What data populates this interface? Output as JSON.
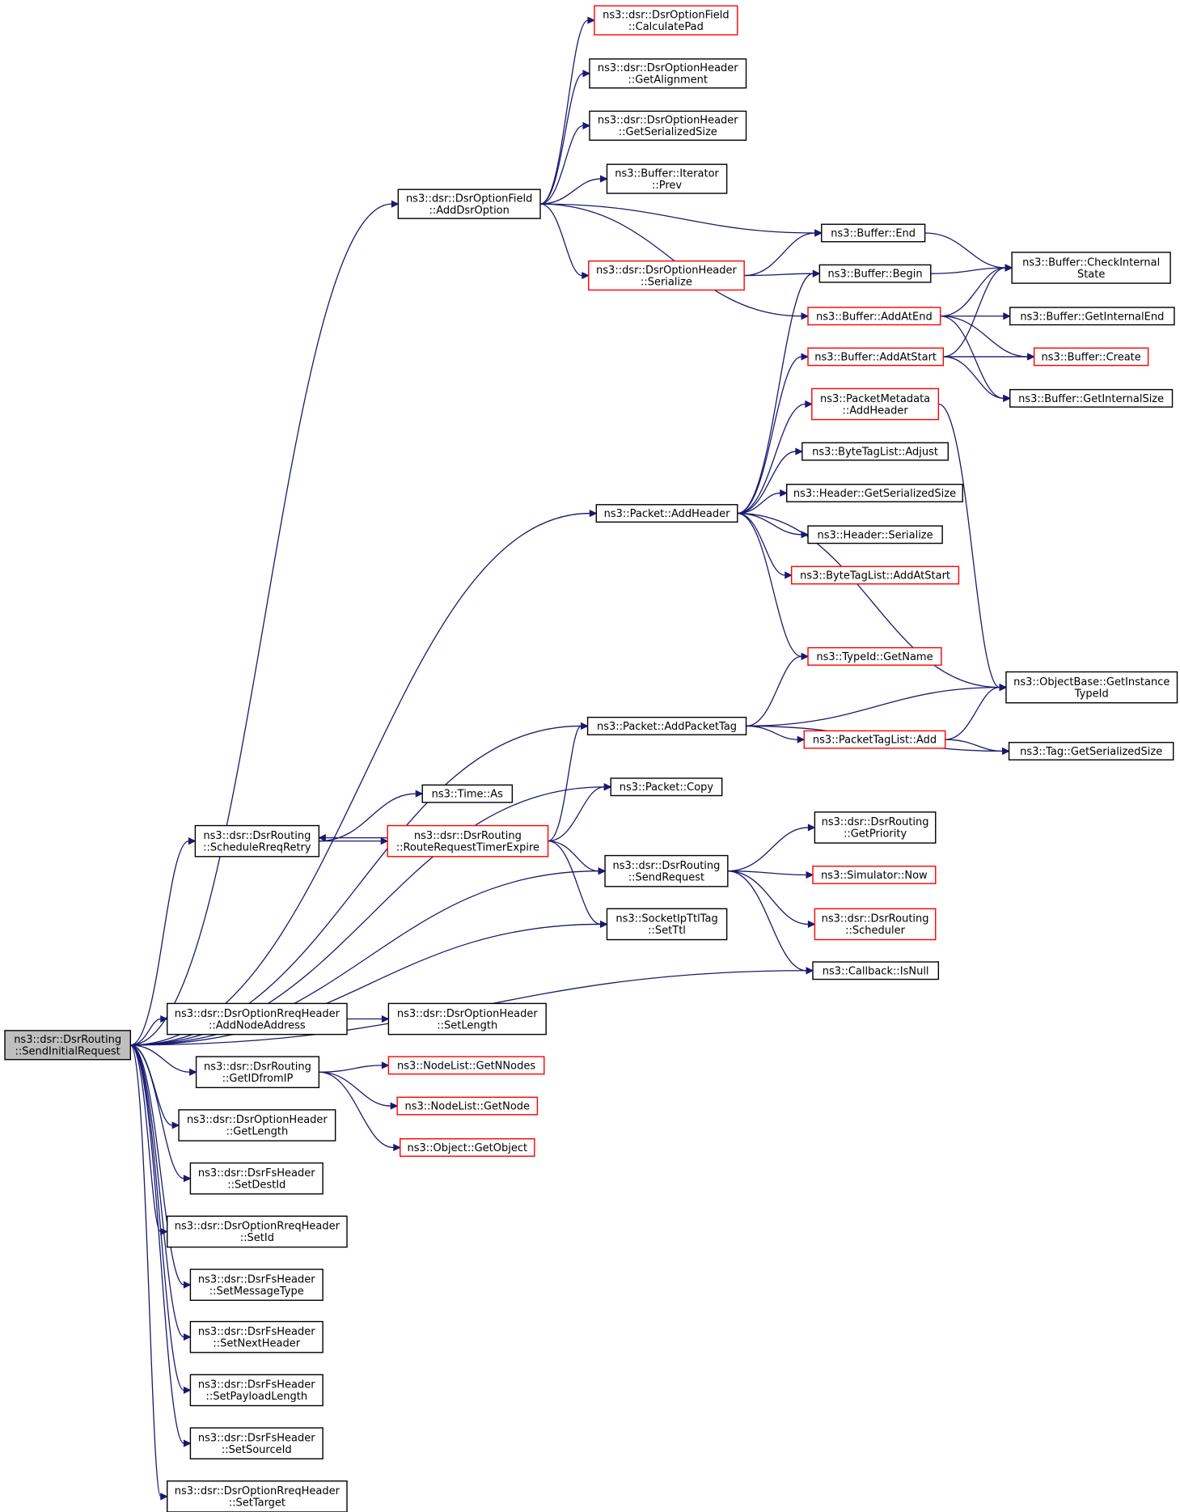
{
  "diagram": {
    "colors": {
      "edge": "#191970",
      "node_border": "#000000",
      "node_truncated": "#ff0000",
      "root_fill": "#bfbfbf"
    },
    "nodes": [
      {
        "id": "n0",
        "lines": [
          "ns3::dsr::DsrRouting",
          "::SendInitialRequest"
        ],
        "style": "root"
      },
      {
        "id": "n1",
        "lines": [
          "ns3::dsr::DsrOptionField",
          "::AddDsrOption"
        ],
        "style": "black"
      },
      {
        "id": "n2",
        "lines": [
          "ns3::dsr::DsrOptionField",
          "::CalculatePad"
        ],
        "style": "red"
      },
      {
        "id": "n3",
        "lines": [
          "ns3::dsr::DsrOptionHeader",
          "::GetAlignment"
        ],
        "style": "black"
      },
      {
        "id": "n4",
        "lines": [
          "ns3::dsr::DsrOptionHeader",
          "::GetSerializedSize"
        ],
        "style": "black"
      },
      {
        "id": "n5",
        "lines": [
          "ns3::Buffer::Iterator",
          "::Prev"
        ],
        "style": "black"
      },
      {
        "id": "n6",
        "lines": [
          "ns3::Buffer::End"
        ],
        "style": "black"
      },
      {
        "id": "n7",
        "lines": [
          "ns3::Buffer::CheckInternal",
          "State"
        ],
        "style": "black"
      },
      {
        "id": "n8",
        "lines": [
          "ns3::dsr::DsrOptionHeader",
          "::Serialize"
        ],
        "style": "red"
      },
      {
        "id": "n9",
        "lines": [
          "ns3::Buffer::Begin"
        ],
        "style": "black"
      },
      {
        "id": "n10",
        "lines": [
          "ns3::Buffer::AddAtEnd"
        ],
        "style": "red"
      },
      {
        "id": "n11",
        "lines": [
          "ns3::Buffer::GetInternalEnd"
        ],
        "style": "black"
      },
      {
        "id": "n12",
        "lines": [
          "ns3::Buffer::AddAtStart"
        ],
        "style": "red"
      },
      {
        "id": "n13",
        "lines": [
          "ns3::Buffer::Create"
        ],
        "style": "red"
      },
      {
        "id": "n14",
        "lines": [
          "ns3::Buffer::GetInternalSize"
        ],
        "style": "black"
      },
      {
        "id": "n15",
        "lines": [
          "ns3::PacketMetadata",
          "::AddHeader"
        ],
        "style": "red"
      },
      {
        "id": "n16",
        "lines": [
          "ns3::ByteTagList::Adjust"
        ],
        "style": "black"
      },
      {
        "id": "n17",
        "lines": [
          "ns3::Packet::AddHeader"
        ],
        "style": "black"
      },
      {
        "id": "n18",
        "lines": [
          "ns3::Header::GetSerializedSize"
        ],
        "style": "black"
      },
      {
        "id": "n19",
        "lines": [
          "ns3::Header::Serialize"
        ],
        "style": "black"
      },
      {
        "id": "n20",
        "lines": [
          "ns3::ByteTagList::AddAtStart"
        ],
        "style": "red"
      },
      {
        "id": "n21",
        "lines": [
          "ns3::TypeId::GetName"
        ],
        "style": "red"
      },
      {
        "id": "n22",
        "lines": [
          "ns3::ObjectBase::GetInstance",
          "TypeId"
        ],
        "style": "black"
      },
      {
        "id": "n23",
        "lines": [
          "ns3::Packet::AddPacketTag"
        ],
        "style": "black"
      },
      {
        "id": "n24",
        "lines": [
          "ns3::PacketTagList::Add"
        ],
        "style": "red"
      },
      {
        "id": "n25",
        "lines": [
          "ns3::Tag::GetSerializedSize"
        ],
        "style": "black"
      },
      {
        "id": "n26",
        "lines": [
          "ns3::Time::As"
        ],
        "style": "black"
      },
      {
        "id": "n27",
        "lines": [
          "ns3::Packet::Copy"
        ],
        "style": "black"
      },
      {
        "id": "n28",
        "lines": [
          "ns3::dsr::DsrRouting",
          "::ScheduleRreqRetry"
        ],
        "style": "black"
      },
      {
        "id": "n29",
        "lines": [
          "ns3::dsr::DsrRouting",
          "::RouteRequestTimerExpire"
        ],
        "style": "red"
      },
      {
        "id": "n30",
        "lines": [
          "ns3::dsr::DsrRouting",
          "::GetPriority"
        ],
        "style": "black"
      },
      {
        "id": "n31",
        "lines": [
          "ns3::dsr::DsrRouting",
          "::SendRequest"
        ],
        "style": "black"
      },
      {
        "id": "n32",
        "lines": [
          "ns3::Simulator::Now"
        ],
        "style": "red"
      },
      {
        "id": "n33",
        "lines": [
          "ns3::dsr::DsrRouting",
          "::Scheduler"
        ],
        "style": "red"
      },
      {
        "id": "n34",
        "lines": [
          "ns3::SocketIpTtlTag",
          "::SetTtl"
        ],
        "style": "black"
      },
      {
        "id": "n35",
        "lines": [
          "ns3::Callback::IsNull"
        ],
        "style": "black"
      },
      {
        "id": "n36",
        "lines": [
          "ns3::dsr::DsrOptionRreqHeader",
          "::AddNodeAddress"
        ],
        "style": "black"
      },
      {
        "id": "n37",
        "lines": [
          "ns3::dsr::DsrOptionHeader",
          "::SetLength"
        ],
        "style": "black"
      },
      {
        "id": "n38",
        "lines": [
          "ns3::dsr::DsrRouting",
          "::GetIDfromIP"
        ],
        "style": "black"
      },
      {
        "id": "n39",
        "lines": [
          "ns3::NodeList::GetNNodes"
        ],
        "style": "red"
      },
      {
        "id": "n40",
        "lines": [
          "ns3::NodeList::GetNode"
        ],
        "style": "red"
      },
      {
        "id": "n41",
        "lines": [
          "ns3::dsr::DsrOptionHeader",
          "::GetLength"
        ],
        "style": "black"
      },
      {
        "id": "n42",
        "lines": [
          "ns3::Object::GetObject"
        ],
        "style": "red"
      },
      {
        "id": "n43",
        "lines": [
          "ns3::dsr::DsrFsHeader",
          "::SetDestId"
        ],
        "style": "black"
      },
      {
        "id": "n44",
        "lines": [
          "ns3::dsr::DsrOptionRreqHeader",
          "::SetId"
        ],
        "style": "black"
      },
      {
        "id": "n45",
        "lines": [
          "ns3::dsr::DsrFsHeader",
          "::SetMessageType"
        ],
        "style": "black"
      },
      {
        "id": "n46",
        "lines": [
          "ns3::dsr::DsrFsHeader",
          "::SetNextHeader"
        ],
        "style": "black"
      },
      {
        "id": "n47",
        "lines": [
          "ns3::dsr::DsrFsHeader",
          "::SetPayloadLength"
        ],
        "style": "black"
      },
      {
        "id": "n48",
        "lines": [
          "ns3::dsr::DsrFsHeader",
          "::SetSourceId"
        ],
        "style": "black"
      },
      {
        "id": "n49",
        "lines": [
          "ns3::dsr::DsrOptionRreqHeader",
          "::SetTarget"
        ],
        "style": "black"
      }
    ],
    "edges": [
      [
        "n0",
        "n1"
      ],
      [
        "n0",
        "n17"
      ],
      [
        "n0",
        "n23"
      ],
      [
        "n0",
        "n27"
      ],
      [
        "n0",
        "n28"
      ],
      [
        "n0",
        "n31"
      ],
      [
        "n0",
        "n34"
      ],
      [
        "n0",
        "n35"
      ],
      [
        "n0",
        "n36"
      ],
      [
        "n0",
        "n38"
      ],
      [
        "n0",
        "n41"
      ],
      [
        "n0",
        "n43"
      ],
      [
        "n0",
        "n44"
      ],
      [
        "n0",
        "n45"
      ],
      [
        "n0",
        "n46"
      ],
      [
        "n0",
        "n47"
      ],
      [
        "n0",
        "n48"
      ],
      [
        "n0",
        "n49"
      ],
      [
        "n1",
        "n2"
      ],
      [
        "n1",
        "n3"
      ],
      [
        "n1",
        "n4"
      ],
      [
        "n1",
        "n5"
      ],
      [
        "n1",
        "n6"
      ],
      [
        "n1",
        "n8"
      ],
      [
        "n1",
        "n10"
      ],
      [
        "n6",
        "n7"
      ],
      [
        "n8",
        "n6"
      ],
      [
        "n8",
        "n9"
      ],
      [
        "n9",
        "n7"
      ],
      [
        "n10",
        "n7"
      ],
      [
        "n10",
        "n11"
      ],
      [
        "n10",
        "n13"
      ],
      [
        "n10",
        "n14"
      ],
      [
        "n12",
        "n7"
      ],
      [
        "n12",
        "n13"
      ],
      [
        "n12",
        "n14"
      ],
      [
        "n15",
        "n22"
      ],
      [
        "n17",
        "n9"
      ],
      [
        "n17",
        "n12"
      ],
      [
        "n17",
        "n15"
      ],
      [
        "n17",
        "n16"
      ],
      [
        "n17",
        "n18"
      ],
      [
        "n17",
        "n19"
      ],
      [
        "n17",
        "n20"
      ],
      [
        "n17",
        "n21"
      ],
      [
        "n17",
        "n22"
      ],
      [
        "n23",
        "n21"
      ],
      [
        "n23",
        "n22"
      ],
      [
        "n23",
        "n24"
      ],
      [
        "n23",
        "n25"
      ],
      [
        "n24",
        "n22"
      ],
      [
        "n24",
        "n25"
      ],
      [
        "n28",
        "n26"
      ],
      [
        "n28",
        "n29"
      ],
      [
        "n29",
        "n28"
      ],
      [
        "n29",
        "n23"
      ],
      [
        "n29",
        "n27"
      ],
      [
        "n29",
        "n31"
      ],
      [
        "n29",
        "n34"
      ],
      [
        "n31",
        "n30"
      ],
      [
        "n31",
        "n32"
      ],
      [
        "n31",
        "n33"
      ],
      [
        "n31",
        "n35"
      ],
      [
        "n36",
        "n37"
      ],
      [
        "n38",
        "n39"
      ],
      [
        "n38",
        "n40"
      ],
      [
        "n38",
        "n42"
      ]
    ]
  }
}
